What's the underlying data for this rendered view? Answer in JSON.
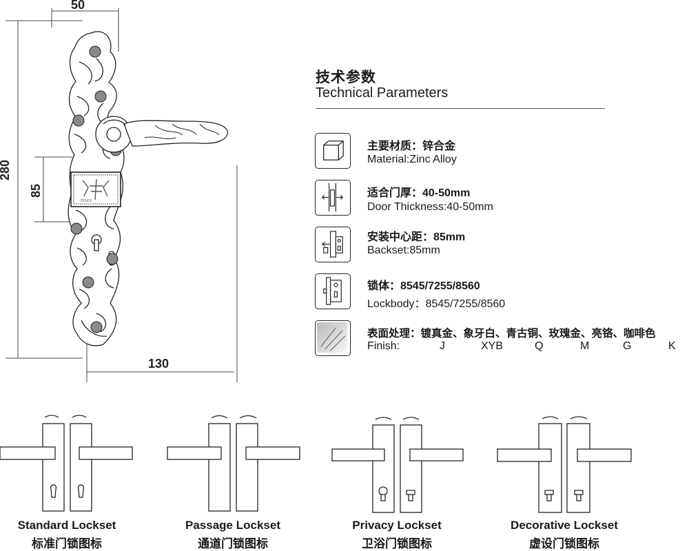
{
  "dimensions": {
    "width": "50",
    "height": "280",
    "center_distance": "85",
    "handle_length": "130"
  },
  "product": {
    "plate_badge": "ITALY"
  },
  "technical": {
    "title_cn": "技术参数",
    "title_en": "Technical Parameters"
  },
  "specs": [
    {
      "icon": "cube-icon",
      "cn": "主要材质：锌合金",
      "en": "Material:Zinc Alloy"
    },
    {
      "icon": "door-thickness-icon",
      "cn": "适合门厚：40-50mm",
      "en": "Door Thickness:40-50mm"
    },
    {
      "icon": "backset-icon",
      "cn": "安装中心距：85mm",
      "en": "Backset:85mm"
    },
    {
      "icon": "lockbody-icon",
      "cn": "锁体：8545/7255/8560",
      "en": "Lockbody：8545/7255/8560"
    },
    {
      "icon": "finish-swatch-icon",
      "cn": "表面处理：镀真金、象牙白、青古铜、玫瑰金、亮铬、咖啡色",
      "en": "Finish:"
    }
  ],
  "finish_codes": [
    "J",
    "XYB",
    "Q",
    "M",
    "G",
    "K"
  ],
  "locksets": [
    {
      "en": "Standard Lockset",
      "cn": "标准门锁图标"
    },
    {
      "en": "Passage Lockset",
      "cn": "通道门锁图标"
    },
    {
      "en": "Privacy Lockset",
      "cn": "卫浴门锁图标"
    },
    {
      "en": "Decorative Lockset",
      "cn": "虚设门锁图标"
    }
  ]
}
